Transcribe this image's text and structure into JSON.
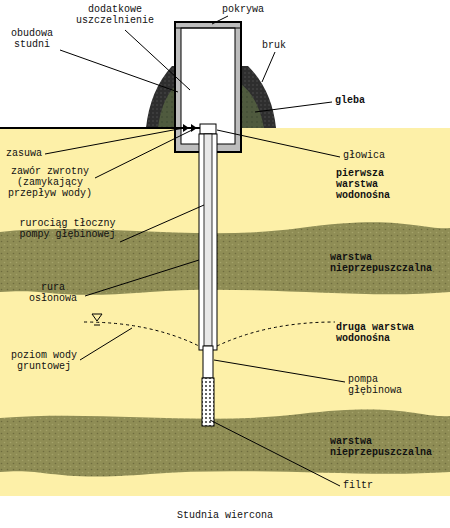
{
  "diagram": {
    "caption": "Studnia wiercona",
    "labels": [
      "dodatkowe uszczelnienie",
      "pokrywa",
      "obudowa studni",
      "bruk",
      "gleba",
      "głowica",
      "zasuwa",
      "zawór zwrotny (zamykający przepływ wody)",
      "pierwsza warstwa wodonośna",
      "rurociąg tłoczny pompy głębinowej",
      "warstwa nieprzepuszczalna",
      "rura osłonowa",
      "druga warstwa wodonośna",
      "poziom wody gruntowej",
      "pompa głębinowa",
      "warstwa nieprzepuszczalna",
      "filtr"
    ]
  }
}
